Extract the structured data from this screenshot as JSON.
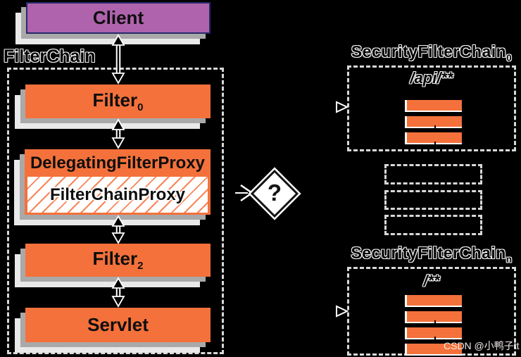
{
  "colors": {
    "background": "#000000",
    "box_orange": "#f4713b",
    "client_purple": "#af63ad",
    "client_border_navy": "#252a6b",
    "shadow_gray": "#a9a9a9",
    "sheet_white": "#e9e9e9",
    "dashed_border": "#d8d8d8"
  },
  "left_column": {
    "client": {
      "label": "Client"
    },
    "filter_chain_label": "FilterChain",
    "filter0": {
      "label": "Filter",
      "subscript": "0"
    },
    "delegating_filter_proxy": {
      "label": "DelegatingFilterProxy",
      "inner": {
        "label": "FilterChainProxy"
      }
    },
    "filter2": {
      "label": "Filter",
      "subscript": "2"
    },
    "servlet": {
      "label": "Servlet"
    }
  },
  "decision": {
    "label": "?"
  },
  "right_column": {
    "chain0": {
      "title": "SecurityFilterChain",
      "subscript": "0",
      "pattern": "/api/**",
      "filter_bars": 3
    },
    "placeholder_chains": 3,
    "chainN": {
      "title": "SecurityFilterChain",
      "subscript": "n",
      "pattern": "/**",
      "filter_bars": 4
    }
  },
  "watermark": "CSDN @小鸭子tt"
}
